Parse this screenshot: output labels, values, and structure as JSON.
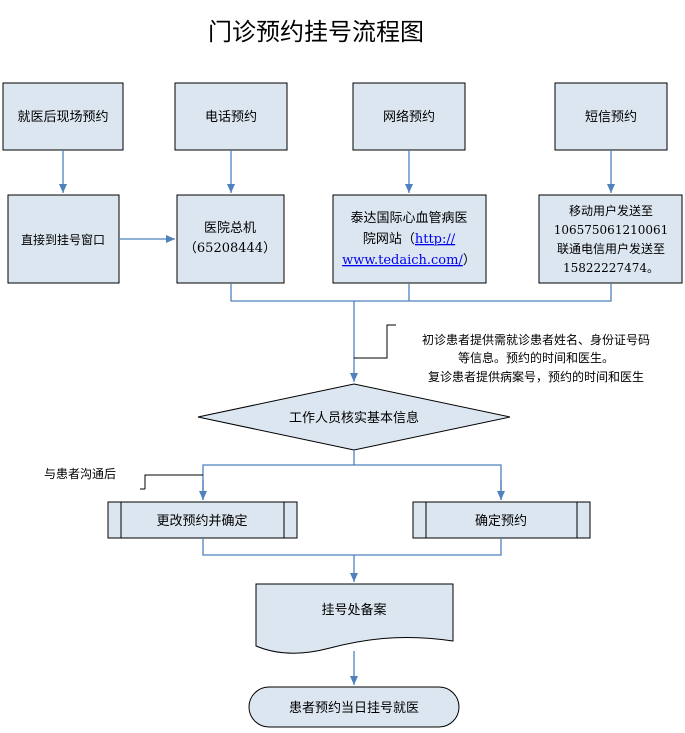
{
  "title": "门诊预约挂号流程图",
  "colors": {
    "box_fill": "#dce6f1",
    "flow_line": "#4f81bd",
    "link": "#0000ee"
  },
  "sources": {
    "onsite": "就医后现场预约",
    "phone": "电话预约",
    "web": "网络预约",
    "sms": "短信预约"
  },
  "channels": {
    "window": "直接到挂号窗口",
    "hospital_line_1": "医院总机",
    "hospital_line_2": "（65208444）",
    "website_1": "泰达国际心血管病医",
    "website_2_pre": "院网站（",
    "website_link_a": "http://",
    "website_link_b": "www.tedaich.com/",
    "website_2_post": "）",
    "sms_1": "移动用户发送至",
    "sms_2": "106575061210061",
    "sms_3": "联通电信用户发送至",
    "sms_4": "15822227474。"
  },
  "info_note": {
    "line1": "初诊患者提供需就诊患者姓名、身份证号码",
    "line2": "等信息。预约的时间和医生。",
    "line3": "复诊患者提供病案号，预约的时间和医生"
  },
  "verify": "工作人员核实基本信息",
  "communicate_note": "与患者沟通后",
  "change_confirm": "更改预约并确定",
  "confirm": "确定预约",
  "registration": "挂号处备案",
  "final": "患者预约当日挂号就医"
}
